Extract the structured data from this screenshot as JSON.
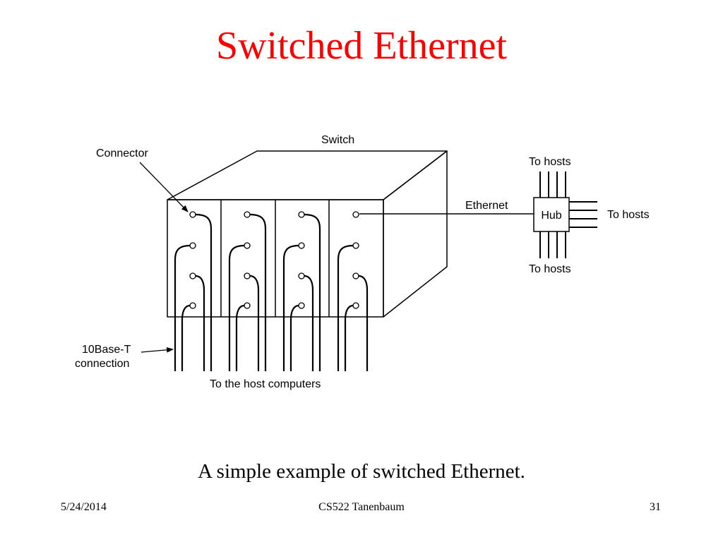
{
  "slide": {
    "title": "Switched Ethernet",
    "title_color": "#ff0000",
    "caption": "A simple example of switched Ethernet.",
    "footer": {
      "date": "5/24/2014",
      "course": "CS522 Tanenbaum",
      "page": "31"
    }
  },
  "diagram": {
    "labels": {
      "switch": "Switch",
      "connector": "Connector",
      "ethernet": "Ethernet",
      "hub": "Hub",
      "hosts_top": "To hosts",
      "hosts_right": "To hosts",
      "hosts_bottom": "To hosts",
      "tenbase_line1": "10Base-T",
      "tenbase_line2": "connection",
      "host_computers": "To the host computers"
    },
    "colors": {
      "stroke": "#000000",
      "fill": "#ffffff"
    }
  }
}
